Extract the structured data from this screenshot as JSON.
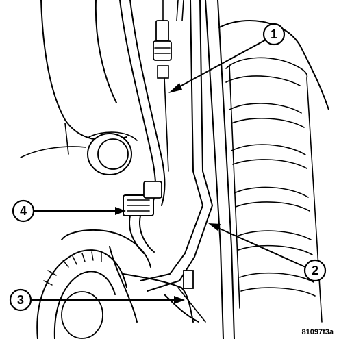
{
  "callouts": [
    {
      "id": "callout-1",
      "label": "1"
    },
    {
      "id": "callout-2",
      "label": "2"
    },
    {
      "id": "callout-3",
      "label": "3"
    },
    {
      "id": "callout-4",
      "label": "4"
    }
  ],
  "figure_id": "81097f3a",
  "colors": {
    "line": "#000000",
    "background": "#ffffff",
    "shade": "#d9d9d9"
  }
}
